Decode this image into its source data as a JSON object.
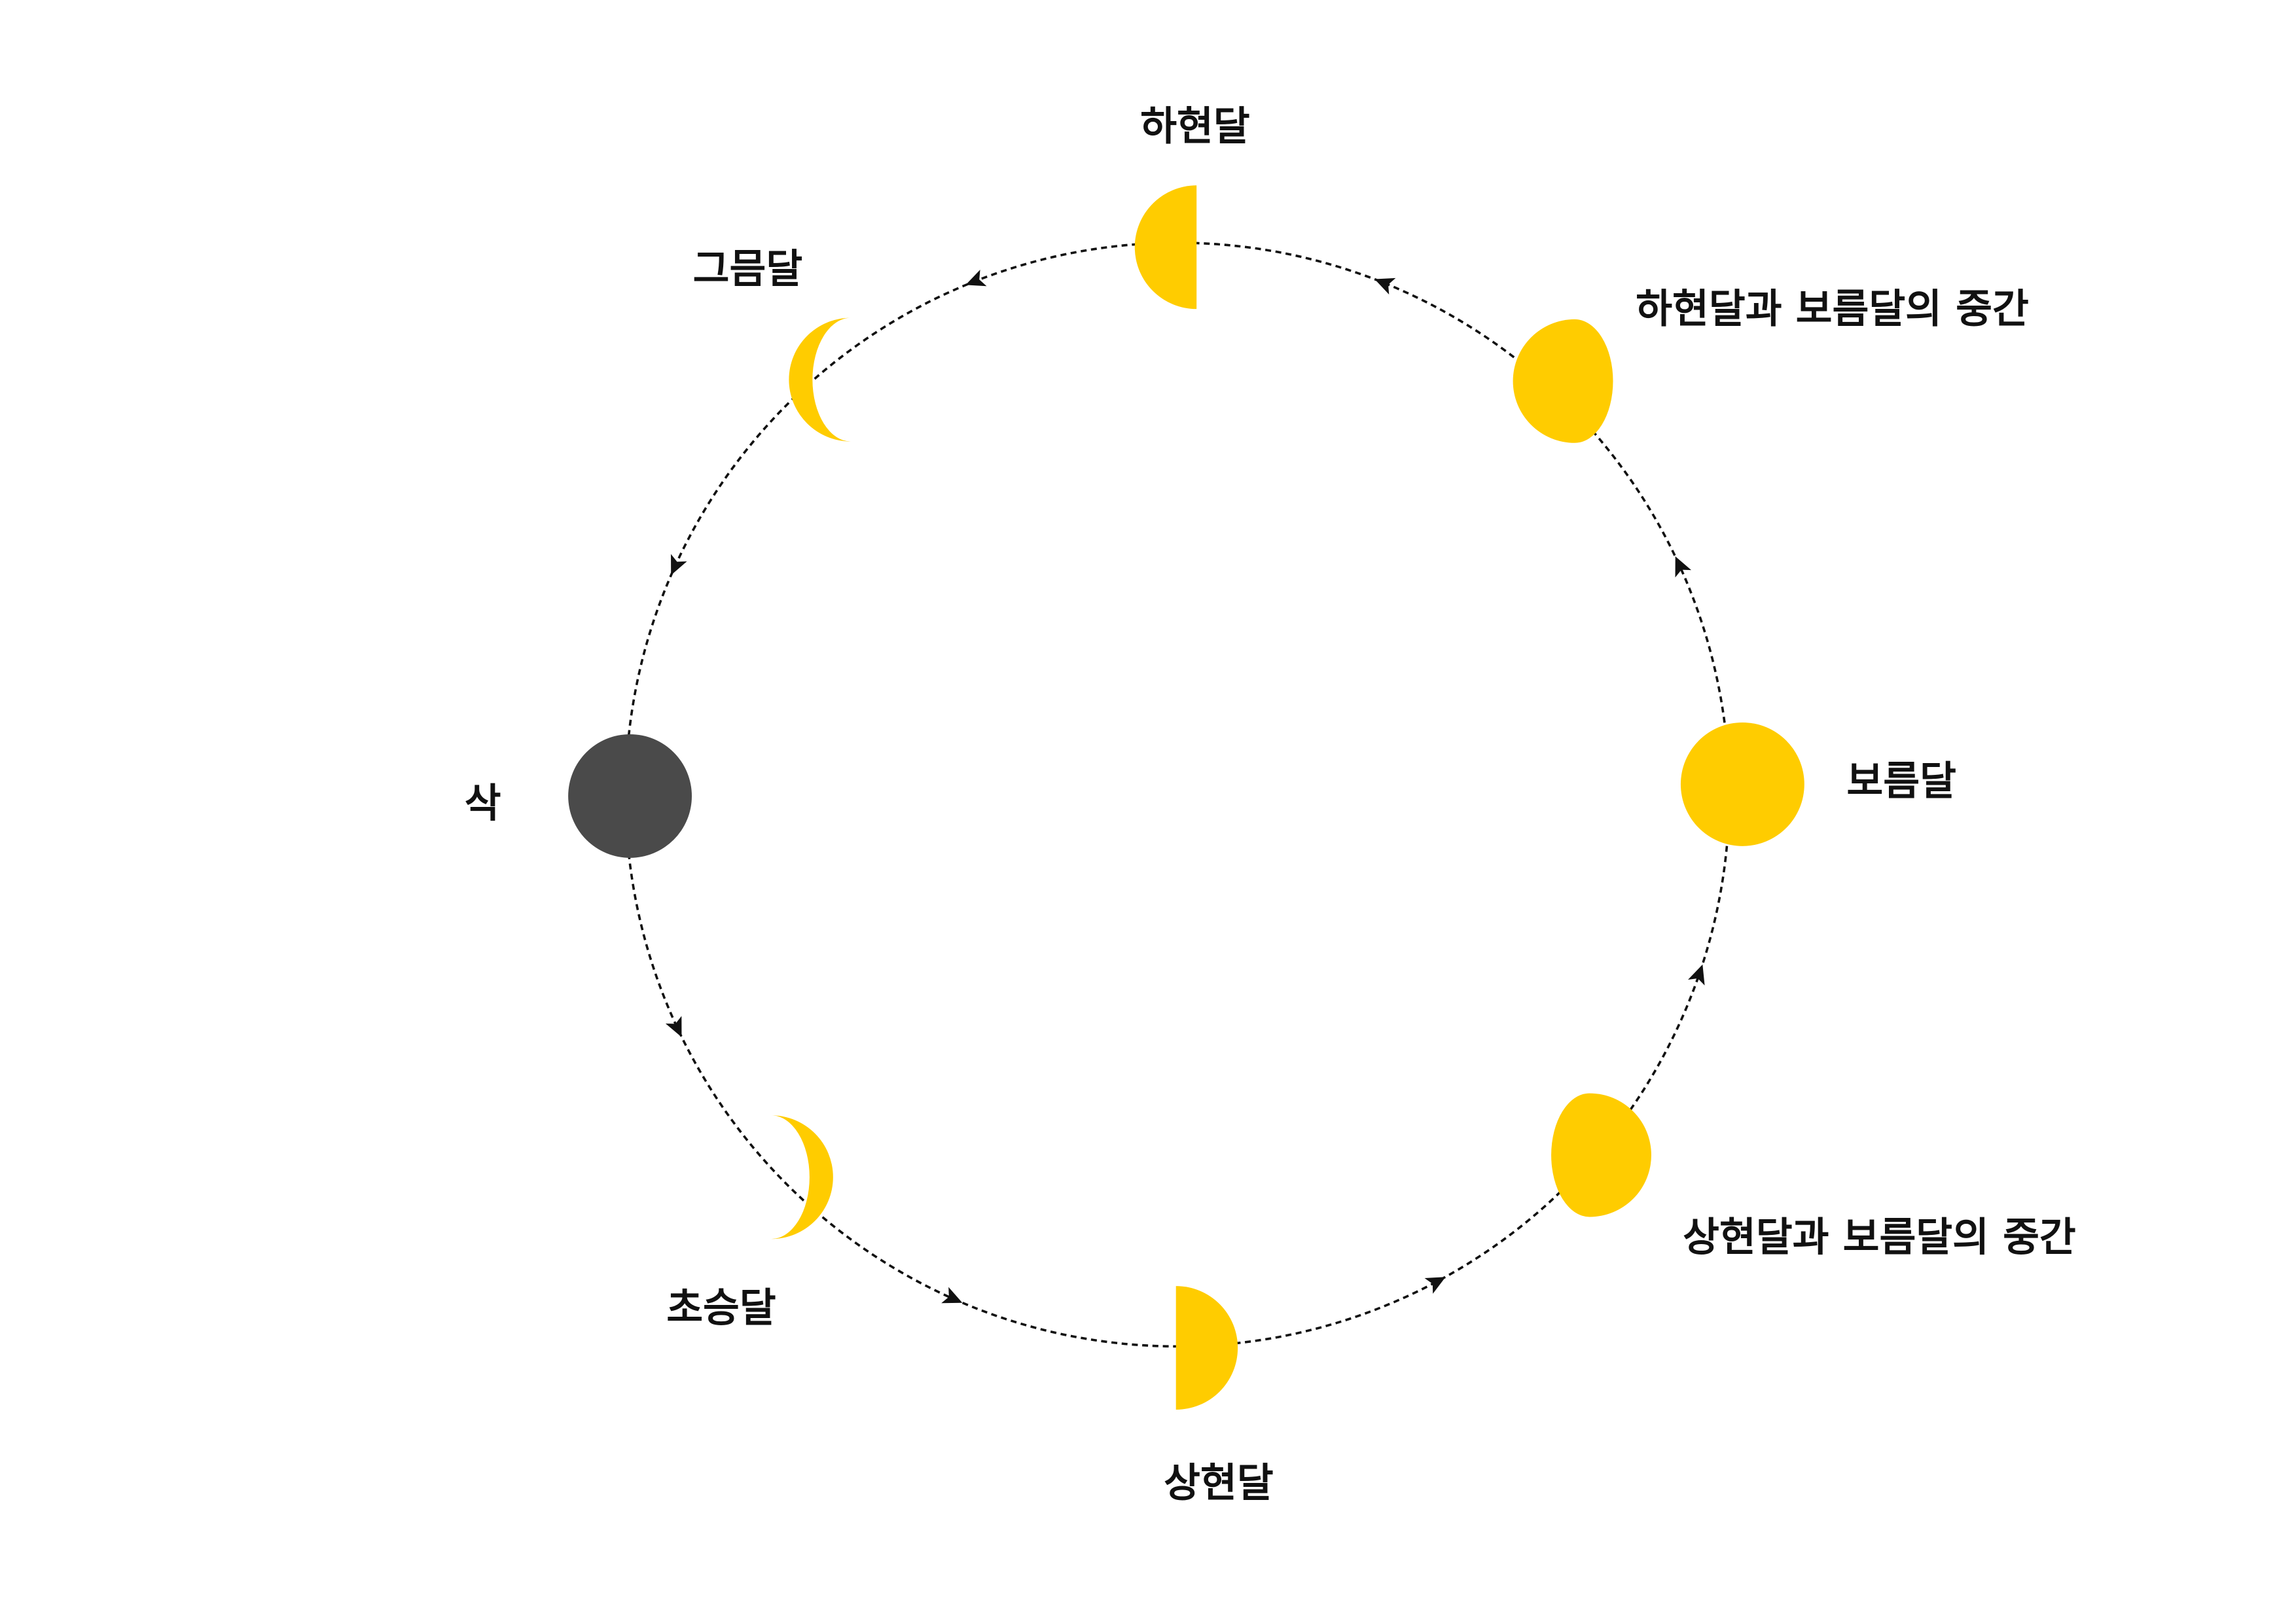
{
  "title": "Moon phases cycle",
  "colors": {
    "lit": "#FFCC00",
    "dark": "#4A4A4A",
    "orbit": "#111111"
  },
  "phases": {
    "last_quarter": "하현달",
    "waning_crescent": "그믐달",
    "new_moon": "삭",
    "waxing_crescent": "초승달",
    "first_quarter": "상현달",
    "waxing_gibbous": "상현달과 보름달의 중간",
    "full_moon": "보름달",
    "waning_gibbous": "하현달과 보름달의 중간"
  },
  "direction": "counterclockwise"
}
